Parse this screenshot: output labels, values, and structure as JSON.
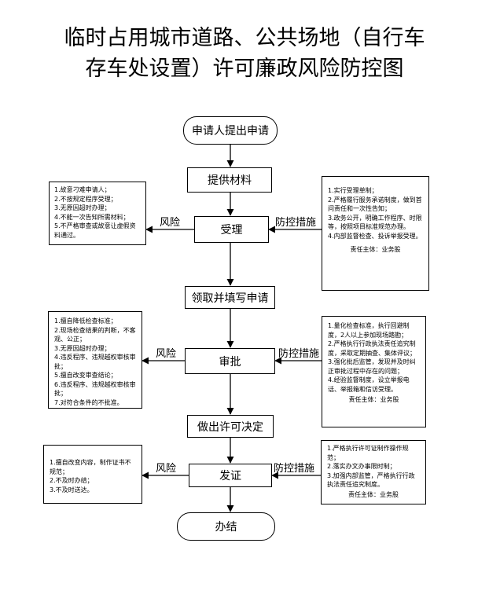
{
  "title": {
    "line1": "临时占用城市道路、公共场地（自行车",
    "line2": "存车处设置）许可廉政风险防控图"
  },
  "flow": {
    "start": "申请人提出申请",
    "step1": "提供材料",
    "step2": "受理",
    "step3": "领取并填写申请",
    "step4": "审批",
    "step5": "做出许可决定",
    "step6": "发证",
    "end": "办结"
  },
  "labels": {
    "risk": "风险",
    "control": "防控措施"
  },
  "risks": {
    "accept": [
      "1.故意刁难申请人；",
      "2.不按规定程序受理；",
      "3.无原因超时办理；",
      "4.不能一次告知所需材料；",
      "5.不严格审查或故意让虚假资料通过。"
    ],
    "approve": [
      "1.擅自降低检查标准；",
      "2.现场检查结果的判断，不客观、公正；",
      "3.无原因超时办理；",
      "4.违反程序、违规越权审核审批；",
      "5.擅自改变审查结论；",
      "6.违反程序、违规越权审核审批；",
      "7.对符合条件的不批准。"
    ],
    "issue": [
      "1.擅自改变内容，制作证书不规范；",
      "2.不及时办结；",
      "3.不及时送达。"
    ]
  },
  "controls": {
    "accept": {
      "items": [
        "1.实行受理单制；",
        "2.严格履行服务承诺制度，做到首问责任和一次性告知；",
        "3.政务公开，明确工作程序、时限等，按照项目标准规范办理。",
        "4.内部监督检查、投诉举报受理。"
      ],
      "responsible": "责任主体：业务股"
    },
    "approve": {
      "items": [
        "1.量化检查标准，执行回避制度，2人以上参加现场踏勘；",
        "2.严格执行行政执法责任追究制度，采取定期抽查、集体评议；",
        "3.强化批后监管，发现并及时纠正审批过程中存在的问题；",
        "4.经验监督制度，设立举报电话、举报箱和信访受理。"
      ],
      "responsible": "责任主体：业务股"
    },
    "issue": {
      "items": [
        "1.严格执行许可证制作操作规范；",
        "2.落实办文办事限时制；",
        "3.加强内部监管，严格执行行政执法责任追究制度。"
      ],
      "responsible": "责任主体：业务股"
    }
  }
}
